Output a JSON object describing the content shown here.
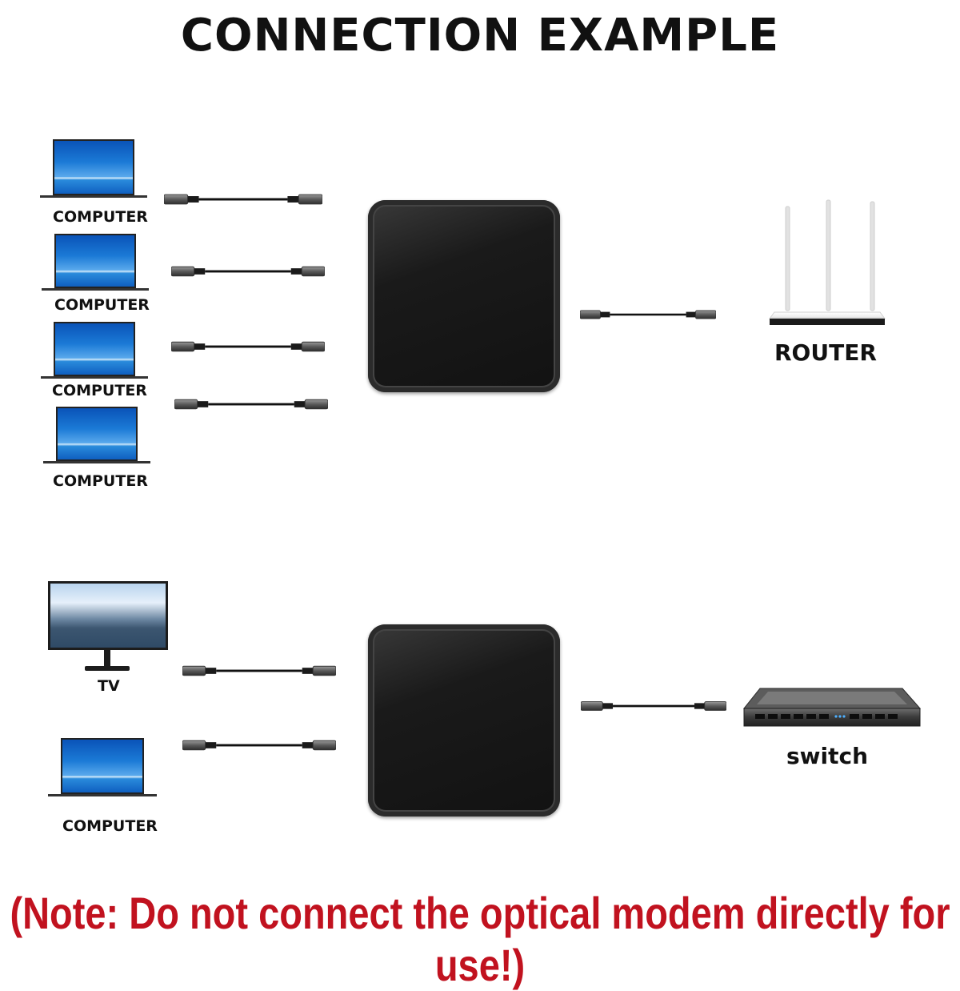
{
  "title": "CONNECTION EXAMPLE",
  "labels": {
    "computer": "COMPUTER",
    "router": "ROUTER",
    "tv": "TV",
    "switch": "switch"
  },
  "note": "(Note: Do not connect the optical modem directly for use!)",
  "icons": [
    "laptop-icon",
    "monitor-icon",
    "router-icon",
    "switch-icon",
    "ethernet-cable-icon",
    "adapter-icon"
  ],
  "colors": {
    "note_red": "#c1121f",
    "adapter": "#1a1a1a",
    "screen_blue": "#1b7ad6"
  }
}
